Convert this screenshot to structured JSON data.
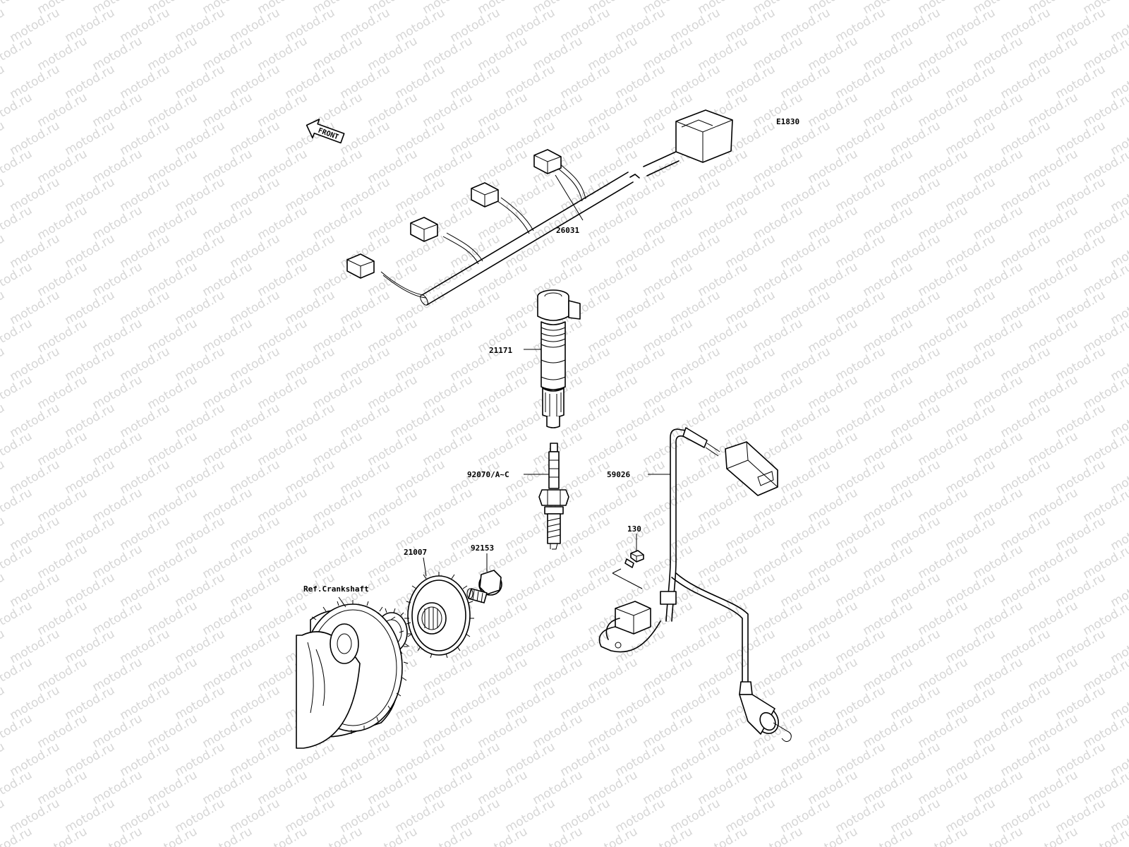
{
  "diagram_code": "E1830",
  "front_label": "FRONT",
  "watermark": "motod.ru",
  "labels": {
    "harness": "26031",
    "coil": "21171",
    "plug": "92070/A~C",
    "sensor": "59026",
    "bolt_small": "130",
    "bolt": "92153",
    "rotor": "21007",
    "crankshaft": "Ref.Crankshaft"
  }
}
